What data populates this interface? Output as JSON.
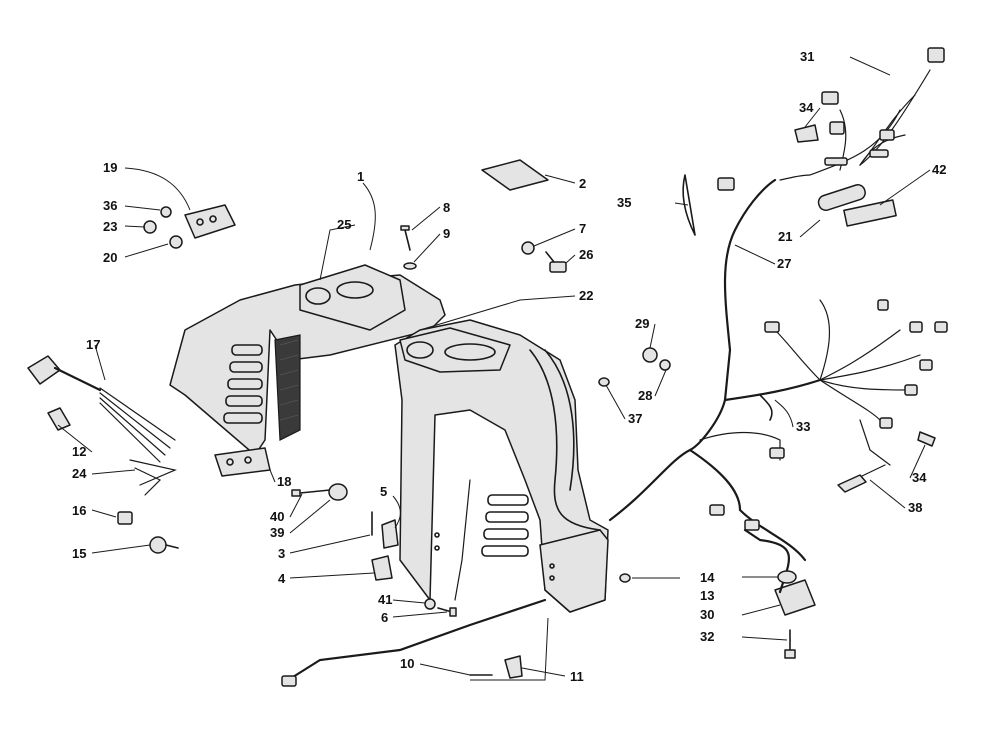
{
  "diagram": {
    "callouts": [
      "1",
      "2",
      "3",
      "4",
      "5",
      "6",
      "7",
      "8",
      "9",
      "10",
      "11",
      "12",
      "13",
      "14",
      "15",
      "16",
      "17",
      "18",
      "19",
      "20",
      "21",
      "22",
      "23",
      "24",
      "25",
      "26",
      "27",
      "28",
      "29",
      "30",
      "31",
      "32",
      "33",
      "34",
      "34",
      "35",
      "36",
      "37",
      "38",
      "39",
      "40",
      "41",
      "42"
    ]
  }
}
